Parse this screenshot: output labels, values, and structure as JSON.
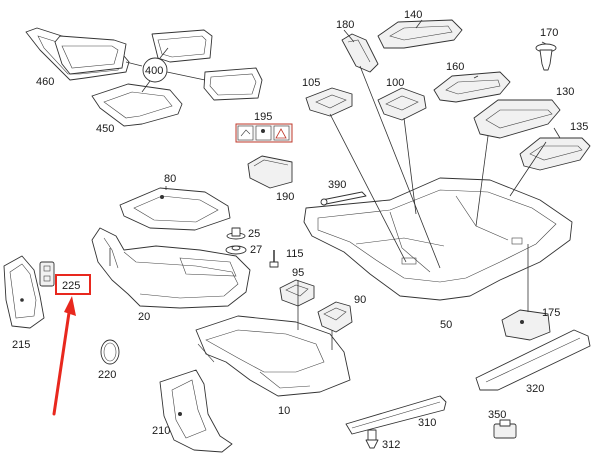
{
  "diagram": {
    "callouts": {
      "c10": "10",
      "c20": "20",
      "c25": "25",
      "c27": "27",
      "c50": "50",
      "c80": "80",
      "c90": "90",
      "c95": "95",
      "c100": "100",
      "c105": "105",
      "c115": "115",
      "c130": "130",
      "c135": "135",
      "c140": "140",
      "c160": "160",
      "c170": "170",
      "c175": "175",
      "c180": "180",
      "c190": "190",
      "c195": "195",
      "c210": "210",
      "c215": "215",
      "c220": "220",
      "c225": "225",
      "c310": "310",
      "c312": "312",
      "c320": "320",
      "c350": "350",
      "c390": "390",
      "c400": "400",
      "c450": "450",
      "c460": "460"
    },
    "highlighted_callout": "225",
    "colors": {
      "highlight": "#e8281e",
      "line": "#333333",
      "label_badge_stroke": "#c0392b",
      "label_badge_fill": "#f3f3f3"
    }
  }
}
